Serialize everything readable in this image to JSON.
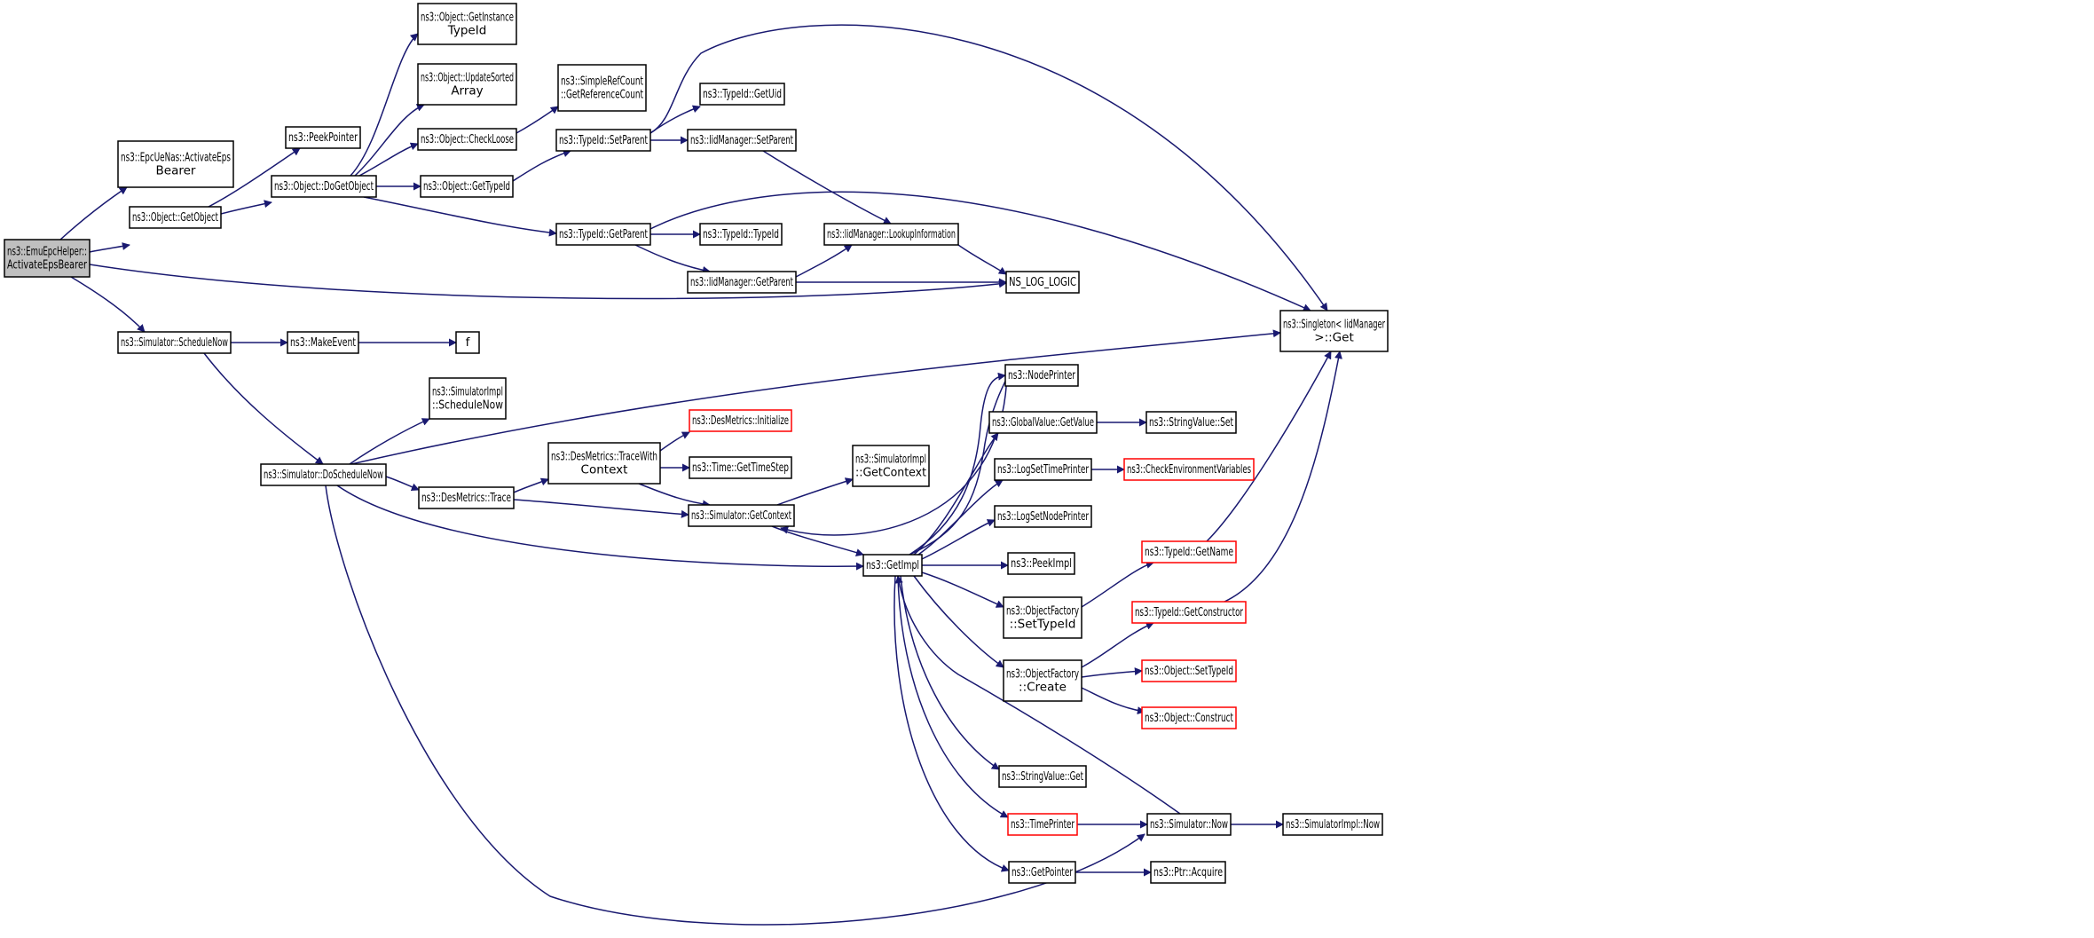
{
  "colors": {
    "edge": "#191970",
    "node_border": "#000000",
    "node_fill": "#ffffff",
    "root_fill": "#bfbfbf",
    "truncated_border": "#ff0000"
  },
  "nodes": [
    {
      "id": "root",
      "lines": [
        "ns3::EmuEpcHelper::",
        "ActivateEpsBearer"
      ],
      "style": "root"
    },
    {
      "id": "epcUeNas",
      "lines": [
        "ns3::EpcUeNas::ActivateEps",
        "Bearer"
      ],
      "style": "normal"
    },
    {
      "id": "getObject",
      "lines": [
        "ns3::Object::GetObject"
      ],
      "style": "normal"
    },
    {
      "id": "schedNow",
      "lines": [
        "ns3::Simulator::ScheduleNow"
      ],
      "style": "normal"
    },
    {
      "id": "peekPointer",
      "lines": [
        "ns3::PeekPointer"
      ],
      "style": "normal"
    },
    {
      "id": "doGetObject",
      "lines": [
        "ns3::Object::DoGetObject"
      ],
      "style": "normal"
    },
    {
      "id": "makeEvent",
      "lines": [
        "ns3::MakeEvent"
      ],
      "style": "normal"
    },
    {
      "id": "f",
      "lines": [
        "f"
      ],
      "style": "normal"
    },
    {
      "id": "doSchedNow",
      "lines": [
        "ns3::Simulator::DoScheduleNow"
      ],
      "style": "normal"
    },
    {
      "id": "getInstanceTypeId",
      "lines": [
        "ns3::Object::GetInstance",
        "TypeId"
      ],
      "style": "normal"
    },
    {
      "id": "updateSorted",
      "lines": [
        "ns3::Object::UpdateSorted",
        "Array"
      ],
      "style": "normal"
    },
    {
      "id": "checkLoose",
      "lines": [
        "ns3::Object::CheckLoose"
      ],
      "style": "normal"
    },
    {
      "id": "objGetTypeId",
      "lines": [
        "ns3::Object::GetTypeId"
      ],
      "style": "normal"
    },
    {
      "id": "simImplSchedNow",
      "lines": [
        "ns3::SimulatorImpl",
        "::ScheduleNow"
      ],
      "style": "normal"
    },
    {
      "id": "desTrace",
      "lines": [
        "ns3::DesMetrics::Trace"
      ],
      "style": "normal"
    },
    {
      "id": "refCount",
      "lines": [
        "ns3::SimpleRefCount",
        "::GetReferenceCount"
      ],
      "style": "normal"
    },
    {
      "id": "setParent",
      "lines": [
        "ns3::TypeId::SetParent"
      ],
      "style": "normal"
    },
    {
      "id": "getParent",
      "lines": [
        "ns3::TypeId::GetParent"
      ],
      "style": "normal"
    },
    {
      "id": "traceWithCtx",
      "lines": [
        "ns3::DesMetrics::TraceWith",
        "Context"
      ],
      "style": "normal"
    },
    {
      "id": "getUid",
      "lines": [
        "ns3::TypeId::GetUid"
      ],
      "style": "normal"
    },
    {
      "id": "iidSetParent",
      "lines": [
        "ns3::IidManager::SetParent"
      ],
      "style": "normal"
    },
    {
      "id": "typeIdTypeId",
      "lines": [
        "ns3::TypeId::TypeId"
      ],
      "style": "normal"
    },
    {
      "id": "iidGetParent",
      "lines": [
        "ns3::IidManager::GetParent"
      ],
      "style": "normal"
    },
    {
      "id": "desInit",
      "lines": [
        "ns3::DesMetrics::Initialize"
      ],
      "style": "truncated"
    },
    {
      "id": "timeStep",
      "lines": [
        "ns3::Time::GetTimeStep"
      ],
      "style": "normal"
    },
    {
      "id": "simGetContext",
      "lines": [
        "ns3::Simulator::GetContext"
      ],
      "style": "normal"
    },
    {
      "id": "lookup",
      "lines": [
        "ns3::IidManager::LookupInformation"
      ],
      "style": "normal"
    },
    {
      "id": "simImplGetContext",
      "lines": [
        "ns3::SimulatorImpl",
        "::GetContext"
      ],
      "style": "normal"
    },
    {
      "id": "getImpl",
      "lines": [
        "ns3::GetImpl"
      ],
      "style": "normal"
    },
    {
      "id": "nsLogLogic",
      "lines": [
        "NS_LOG_LOGIC"
      ],
      "style": "normal"
    },
    {
      "id": "nodePrinter",
      "lines": [
        "ns3::NodePrinter"
      ],
      "style": "normal"
    },
    {
      "id": "gvGetValue",
      "lines": [
        "ns3::GlobalValue::GetValue"
      ],
      "style": "normal"
    },
    {
      "id": "logSetTime",
      "lines": [
        "ns3::LogSetTimePrinter"
      ],
      "style": "normal"
    },
    {
      "id": "logSetNode",
      "lines": [
        "ns3::LogSetNodePrinter"
      ],
      "style": "normal"
    },
    {
      "id": "peekImpl",
      "lines": [
        "ns3::PeekImpl"
      ],
      "style": "normal"
    },
    {
      "id": "ofSetTypeId",
      "lines": [
        "ns3::ObjectFactory",
        "::SetTypeId"
      ],
      "style": "normal"
    },
    {
      "id": "ofCreate",
      "lines": [
        "ns3::ObjectFactory",
        "::Create"
      ],
      "style": "normal"
    },
    {
      "id": "svGet",
      "lines": [
        "ns3::StringValue::Get"
      ],
      "style": "normal"
    },
    {
      "id": "timePrinter",
      "lines": [
        "ns3::TimePrinter"
      ],
      "style": "truncated"
    },
    {
      "id": "getPointer",
      "lines": [
        "ns3::GetPointer"
      ],
      "style": "normal"
    },
    {
      "id": "svSet",
      "lines": [
        "ns3::StringValue::Set"
      ],
      "style": "normal"
    },
    {
      "id": "checkEnv",
      "lines": [
        "ns3::CheckEnvironmentVariables"
      ],
      "style": "truncated"
    },
    {
      "id": "tidGetName",
      "lines": [
        "ns3::TypeId::GetName"
      ],
      "style": "truncated"
    },
    {
      "id": "tidGetCtor",
      "lines": [
        "ns3::TypeId::GetConstructor"
      ],
      "style": "truncated"
    },
    {
      "id": "objSetTypeId",
      "lines": [
        "ns3::Object::SetTypeId"
      ],
      "style": "truncated"
    },
    {
      "id": "objConstruct",
      "lines": [
        "ns3::Object::Construct"
      ],
      "style": "truncated"
    },
    {
      "id": "simNow",
      "lines": [
        "ns3::Simulator::Now"
      ],
      "style": "normal"
    },
    {
      "id": "ptrAcquire",
      "lines": [
        "ns3::Ptr::Acquire"
      ],
      "style": "normal"
    },
    {
      "id": "simImplNow",
      "lines": [
        "ns3::SimulatorImpl::Now"
      ],
      "style": "normal"
    },
    {
      "id": "singletonGet",
      "lines": [
        "ns3::Singleton< IidManager",
        ">::Get"
      ],
      "style": "normal"
    }
  ],
  "edges": [
    [
      "root",
      "epcUeNas"
    ],
    [
      "root",
      "getObject"
    ],
    [
      "root",
      "schedNow"
    ],
    [
      "root",
      "nsLogLogic"
    ],
    [
      "getObject",
      "peekPointer"
    ],
    [
      "getObject",
      "doGetObject"
    ],
    [
      "doGetObject",
      "getInstanceTypeId"
    ],
    [
      "doGetObject",
      "updateSorted"
    ],
    [
      "doGetObject",
      "checkLoose"
    ],
    [
      "doGetObject",
      "objGetTypeId"
    ],
    [
      "doGetObject",
      "getParent"
    ],
    [
      "checkLoose",
      "refCount"
    ],
    [
      "objGetTypeId",
      "setParent"
    ],
    [
      "setParent",
      "getUid"
    ],
    [
      "setParent",
      "iidSetParent"
    ],
    [
      "setParent",
      "singletonGet"
    ],
    [
      "iidSetParent",
      "lookup"
    ],
    [
      "getParent",
      "typeIdTypeId"
    ],
    [
      "getParent",
      "iidGetParent"
    ],
    [
      "getParent",
      "singletonGet"
    ],
    [
      "iidGetParent",
      "lookup"
    ],
    [
      "iidGetParent",
      "nsLogLogic"
    ],
    [
      "lookup",
      "nsLogLogic"
    ],
    [
      "schedNow",
      "makeEvent"
    ],
    [
      "schedNow",
      "doSchedNow"
    ],
    [
      "makeEvent",
      "f"
    ],
    [
      "doSchedNow",
      "simImplSchedNow"
    ],
    [
      "doSchedNow",
      "desTrace"
    ],
    [
      "doSchedNow",
      "getImpl"
    ],
    [
      "doSchedNow",
      "simNow"
    ],
    [
      "doSchedNow",
      "singletonGet"
    ],
    [
      "desTrace",
      "traceWithCtx"
    ],
    [
      "desTrace",
      "simGetContext"
    ],
    [
      "traceWithCtx",
      "desInit"
    ],
    [
      "traceWithCtx",
      "timeStep"
    ],
    [
      "traceWithCtx",
      "simGetContext"
    ],
    [
      "simGetContext",
      "simImplGetContext"
    ],
    [
      "simGetContext",
      "getImpl"
    ],
    [
      "getImpl",
      "simGetContext"
    ],
    [
      "getImpl",
      "nodePrinter"
    ],
    [
      "getImpl",
      "gvGetValue"
    ],
    [
      "getImpl",
      "logSetTime"
    ],
    [
      "getImpl",
      "logSetNode"
    ],
    [
      "getImpl",
      "peekImpl"
    ],
    [
      "getImpl",
      "ofSetTypeId"
    ],
    [
      "getImpl",
      "ofCreate"
    ],
    [
      "getImpl",
      "svGet"
    ],
    [
      "getImpl",
      "timePrinter"
    ],
    [
      "getImpl",
      "getPointer"
    ],
    [
      "gvGetValue",
      "svSet"
    ],
    [
      "logSetTime",
      "checkEnv"
    ],
    [
      "ofSetTypeId",
      "tidGetName"
    ],
    [
      "tidGetName",
      "singletonGet"
    ],
    [
      "ofCreate",
      "tidGetCtor"
    ],
    [
      "ofCreate",
      "objSetTypeId"
    ],
    [
      "ofCreate",
      "objConstruct"
    ],
    [
      "tidGetCtor",
      "singletonGet"
    ],
    [
      "timePrinter",
      "simNow"
    ],
    [
      "simNow",
      "getImpl"
    ],
    [
      "simNow",
      "simImplNow"
    ],
    [
      "getPointer",
      "ptrAcquire"
    ]
  ]
}
